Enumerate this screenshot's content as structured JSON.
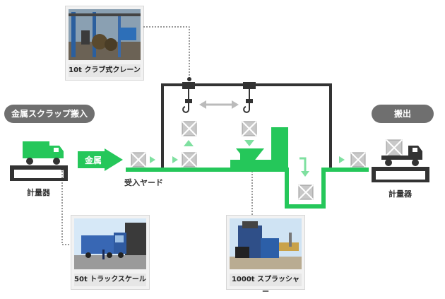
{
  "labels": {
    "scrap_in": "金属スクラップ搬入",
    "carry_out": "搬出",
    "scale_left": "計量器",
    "scale_right": "計量器",
    "metal_tag": "金属",
    "yard": "受入ヤード"
  },
  "photos": {
    "crane": "10t クラブ式クレーン",
    "truck_scale": "50t トラックスケール",
    "shredder": "1000t スプラッシャー"
  },
  "colors": {
    "green": "#25c75a",
    "light_green": "#7fe0a0",
    "gray_box": "#c8c8c8",
    "dark": "#333333",
    "pill": "#6f6f6f"
  }
}
